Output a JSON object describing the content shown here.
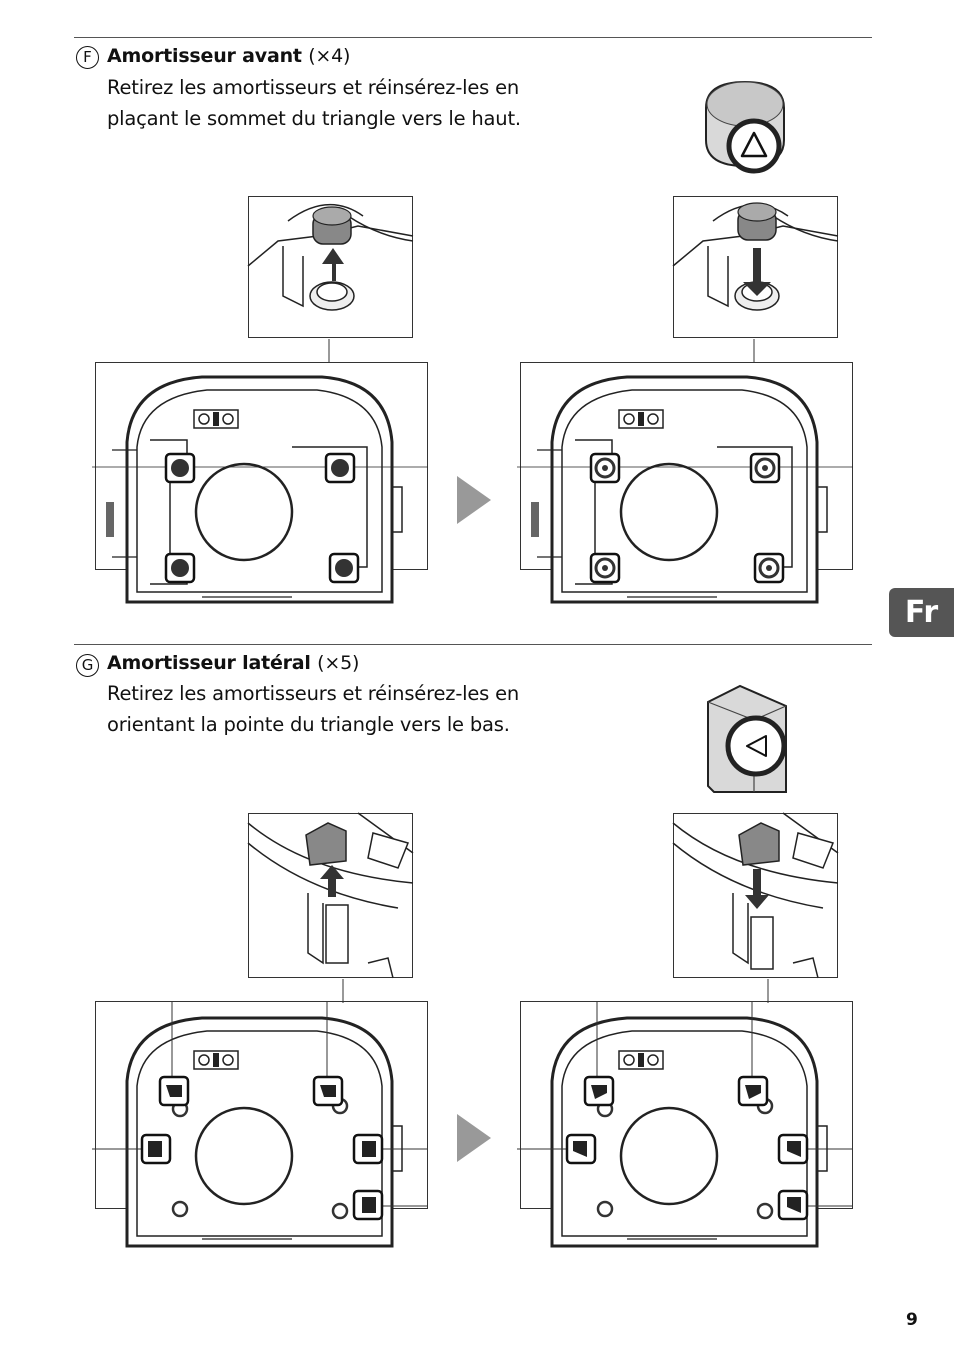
{
  "section_f": {
    "letter": "F",
    "title": "Amortisseur avant",
    "qty": "(×4)",
    "line1": "Retirez les amortisseurs et réinsérez-les en",
    "line2": "plaçant le sommet du triangle vers le haut."
  },
  "section_g": {
    "letter": "G",
    "title": "Amortisseur latéral",
    "qty": "(×5)",
    "line1": "Retirez les amortisseurs et réinsérez-les en",
    "line2": "orientant la pointe du triangle vers le bas."
  },
  "language_tab": "Fr",
  "page_number": "9",
  "icons": [
    "front-damper-triangle-up-icon",
    "side-damper-triangle-down-icon",
    "next-step-arrow-icon"
  ],
  "colors": {
    "tab": "#555555",
    "arrow": "#999999",
    "rule": "#555555"
  }
}
